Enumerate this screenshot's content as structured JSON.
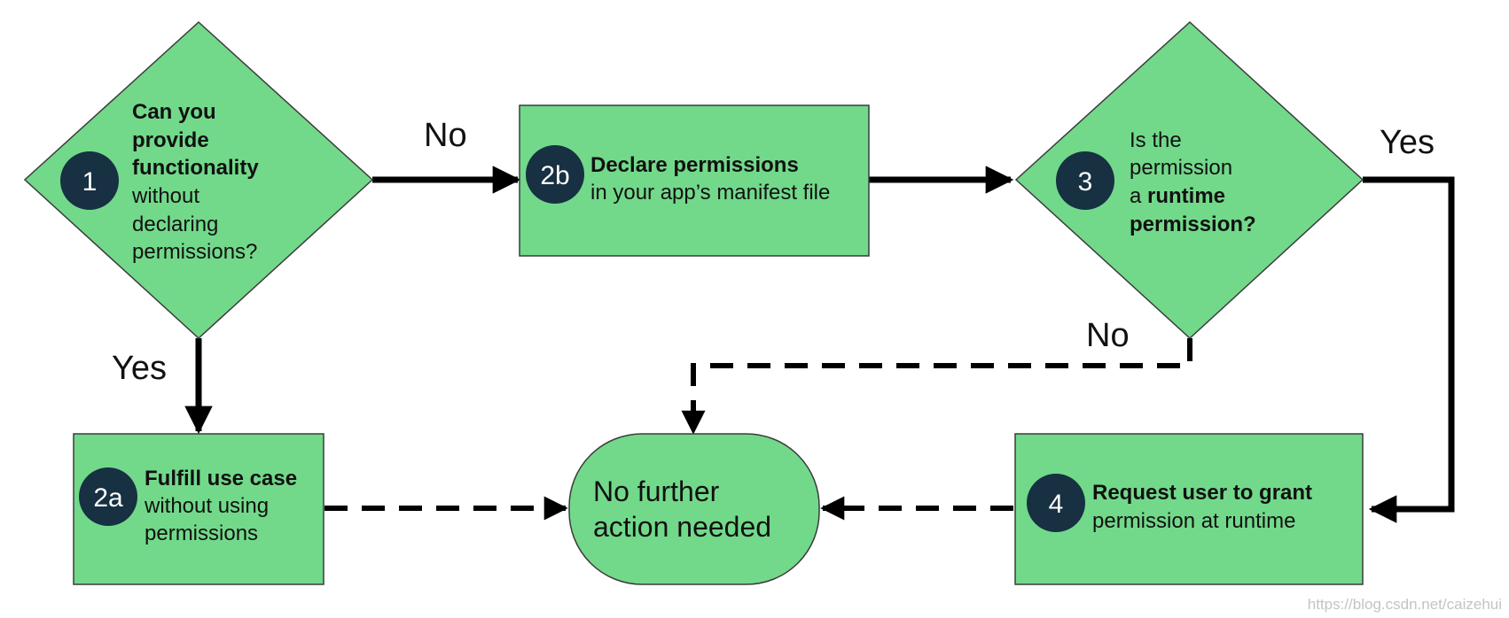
{
  "colors": {
    "shape_fill": "#72D98A",
    "shape_stroke": "#3b3b3b",
    "badge_fill": "#173042",
    "badge_text": "#ffffff",
    "line": "#000000"
  },
  "nodes": {
    "q1": {
      "badge": "1",
      "bold_lines": [
        "Can you",
        "provide",
        "functionality"
      ],
      "normal_lines": [
        "without",
        "declaring",
        "permissions?"
      ]
    },
    "b2b": {
      "badge": "2b",
      "bold_line": "Declare permissions",
      "normal_line": "in your app’s manifest file"
    },
    "q3": {
      "badge": "3",
      "normal_lines": [
        "Is the",
        "permission",
        "a "
      ],
      "bold_inline": "runtime",
      "bold_line": "permission?"
    },
    "b2a": {
      "badge": "2a",
      "bold_line": "Fulfill use case",
      "normal_lines": [
        "without using",
        "permissions"
      ]
    },
    "end": {
      "lines": [
        "No further",
        "action needed"
      ]
    },
    "b4": {
      "badge": "4",
      "bold_line": "Request user to grant",
      "normal_line": "permission at runtime"
    }
  },
  "edge_labels": {
    "q1_no": "No",
    "q1_yes": "Yes",
    "q3_yes": "Yes",
    "q3_no": "No"
  },
  "watermark": "https://blog.csdn.net/caizehui"
}
